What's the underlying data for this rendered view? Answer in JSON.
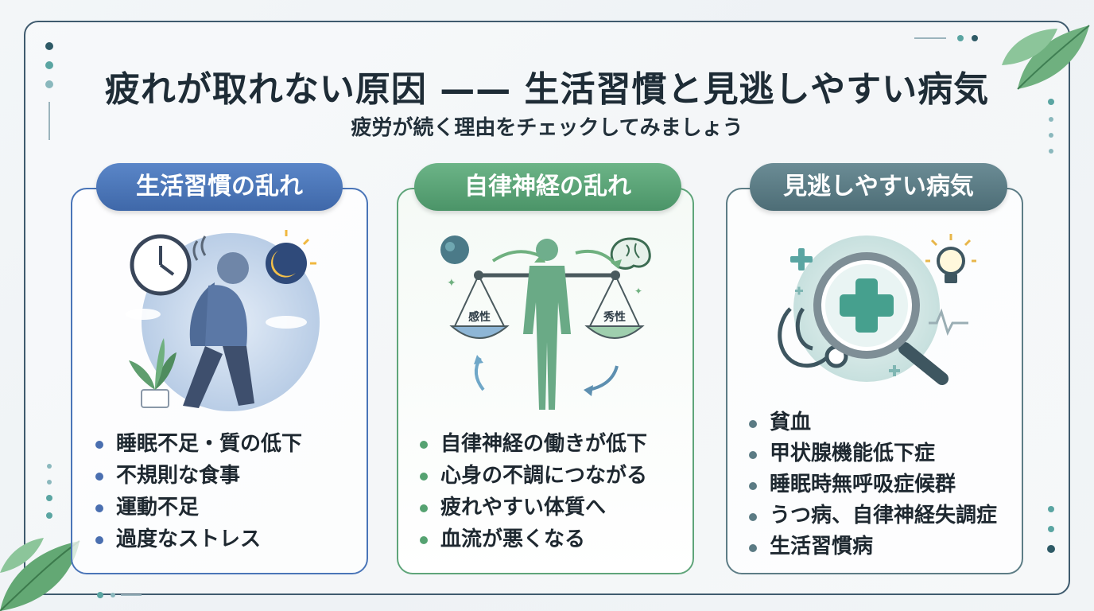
{
  "header": {
    "title": "疲れが取れない原因 —— 生活習慣と見逃しやすい病気",
    "subtitle": "疲労が続く理由をチェックしてみましょう"
  },
  "cards": [
    {
      "heading": "生活習慣の乱れ",
      "accent": "#4a75b8",
      "icon": "tired-person-clock-moon-icon",
      "items": [
        "睡眠不足・質の低下",
        "不規則な食事",
        "運動不足",
        "過度なストレス"
      ]
    },
    {
      "heading": "自律神経の乱れ",
      "accent": "#5fa57a",
      "icon": "balance-scale-body-brain-icon",
      "scale_left": "感性",
      "scale_right": "秀性",
      "items": [
        "自律神経の働きが低下",
        "心身の不調につながる",
        "疲れやすい体質へ",
        "血流が悪くなる"
      ]
    },
    {
      "heading": "見逃しやすい病気",
      "accent": "#5d7d86",
      "icon": "magnifier-medical-cross-icon",
      "items": [
        "貧血",
        "甲状腺機能低下症",
        "睡眠時無呼吸症候群",
        "うつ病、自律神経失調症",
        "生活習慣病"
      ]
    }
  ]
}
